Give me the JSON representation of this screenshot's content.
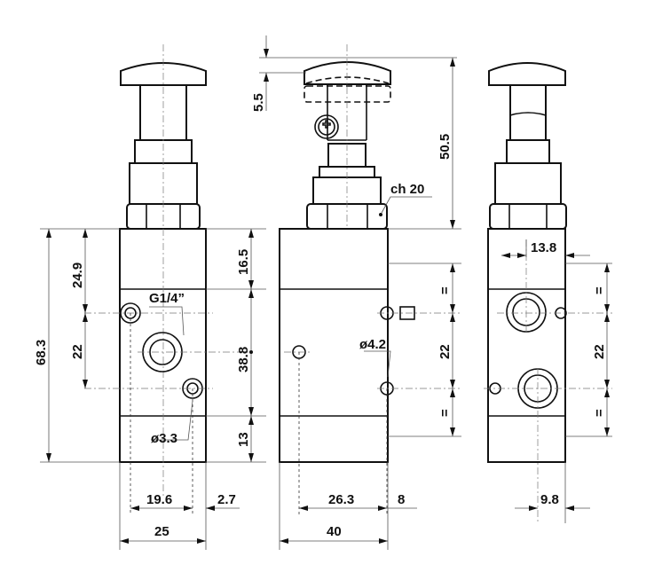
{
  "labels": {
    "stroke_5_5": "5.5",
    "height_50_5": "50.5",
    "wrench_ch20": "ch 20",
    "port_g14": "G1/4”",
    "hole_d33": "ø3.3",
    "hole_d42": "ø4.2",
    "left_24_9": "24.9",
    "left_22": "22",
    "left_68_3": "68.3",
    "mid_16_5": "16.5",
    "mid_38_8": "38.8",
    "mid_13": "13",
    "mid_eq_top": "=",
    "mid_22": "22",
    "mid_eq_bot": "=",
    "right_13_8": "13.8",
    "right_eq_top": "=",
    "right_22": "22",
    "right_eq_bot": "=",
    "bot_19_6": "19.6",
    "bot_2_7": "2.7",
    "bot_25": "25",
    "bot_26_3": "26.3",
    "bot_8": "8",
    "bot_40": "40",
    "bot_9_8": "9.8"
  }
}
